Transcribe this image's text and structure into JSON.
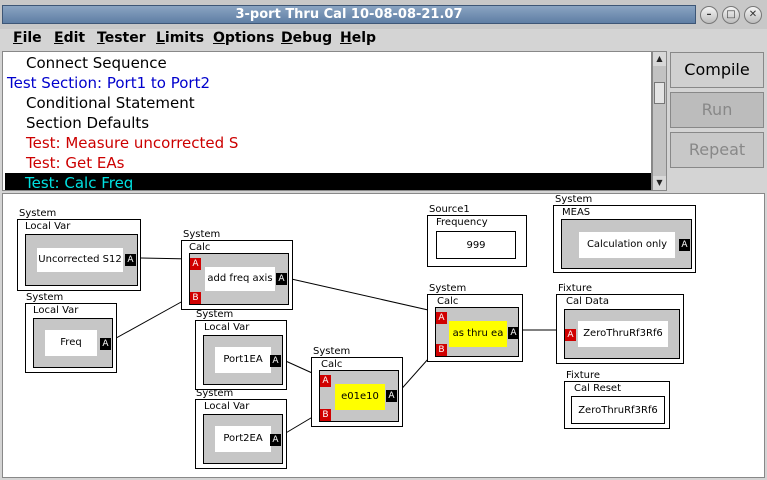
{
  "window": {
    "title": "3-port Thru Cal 10-08-08-21.07",
    "min_glyph": "–",
    "max_glyph": "□",
    "close_glyph": "✕"
  },
  "menu": [
    {
      "label": "File",
      "mnemonic": "F",
      "rest": "ile"
    },
    {
      "label": "Edit",
      "mnemonic": "E",
      "rest": "dit"
    },
    {
      "label": "Tester",
      "mnemonic": "T",
      "rest": "ester"
    },
    {
      "label": "Limits",
      "mnemonic": "L",
      "rest": "imits"
    },
    {
      "label": "Options",
      "mnemonic": "O",
      "rest": "ptions"
    },
    {
      "label": "Debug",
      "mnemonic": "D",
      "rest": "ebug"
    },
    {
      "label": "Help",
      "mnemonic": "H",
      "rest": "elp"
    }
  ],
  "sequence": {
    "items": [
      {
        "text": "Connect Sequence",
        "color": "#000000",
        "indent": true,
        "selected": false
      },
      {
        "text": "Test Section: Port1 to Port2",
        "color": "#0000cc",
        "indent": false,
        "selected": false
      },
      {
        "text": "Conditional Statement",
        "color": "#000000",
        "indent": true,
        "selected": false
      },
      {
        "text": "Section Defaults",
        "color": "#000000",
        "indent": true,
        "selected": false
      },
      {
        "text": "Test: Measure uncorrected S",
        "color": "#cc0000",
        "indent": true,
        "selected": false
      },
      {
        "text": "Test: Get EAs",
        "color": "#cc0000",
        "indent": true,
        "selected": false
      },
      {
        "text": "Test: Calc Freq",
        "color": "#00e0e0",
        "indent": true,
        "selected": true
      }
    ],
    "selected_bg": "#000000"
  },
  "buttons": {
    "compile": {
      "label": "Compile",
      "enabled": true
    },
    "run": {
      "label": "Run",
      "enabled": false
    },
    "repeat": {
      "label": "Repeat",
      "enabled": false
    }
  },
  "diagram": {
    "nodes": {
      "uncorr": {
        "group": "System",
        "type": "Local Var",
        "value": "Uncorrected S12",
        "out": "A"
      },
      "freq": {
        "group": "System",
        "type": "Local Var",
        "value": "Freq",
        "out": "A"
      },
      "addfreq": {
        "group": "System",
        "type": "Calc",
        "value": "add freq axis",
        "in_a": "A",
        "in_b": "B",
        "out": "A"
      },
      "port1ea": {
        "group": "System",
        "type": "Local Var",
        "value": "Port1EA",
        "out": "A"
      },
      "port2ea": {
        "group": "System",
        "type": "Local Var",
        "value": "Port2EA",
        "out": "A"
      },
      "e01e10": {
        "group": "System",
        "type": "Calc",
        "value": "e01e10",
        "in_a": "A",
        "in_b": "B",
        "out": "A"
      },
      "source": {
        "group": "Source1",
        "type": "Frequency",
        "value": "999"
      },
      "meas": {
        "group": "System",
        "type": "MEAS",
        "value": "Calculation only",
        "out": "A"
      },
      "asthru": {
        "group": "System",
        "type": "Calc",
        "value": "as thru ea",
        "in_a": "A",
        "in_b": "B",
        "out": "A"
      },
      "caldata": {
        "group": "Fixture",
        "type": "Cal Data",
        "value": "ZeroThruRf3Rf6",
        "in_a": "A"
      },
      "calreset": {
        "group": "Fixture",
        "type": "Cal Reset",
        "value": "ZeroThruRf3Rf6"
      }
    }
  }
}
